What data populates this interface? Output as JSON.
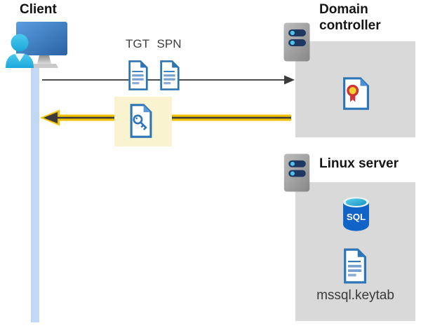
{
  "diagram": {
    "title_hint": "Kerberos authentication flow between client, domain controller and Linux server",
    "client": {
      "label": "Client"
    },
    "tickets": {
      "tgt_label": "TGT",
      "spn_label": "SPN"
    },
    "domain_controller": {
      "title": "Domain controller"
    },
    "linux_server": {
      "title": "Linux server",
      "sql_icon_text": "SQL",
      "keytab_label": "mssql.keytab"
    },
    "arrows": {
      "request": "client-to-domain-controller",
      "response": "domain-controller-to-client"
    },
    "colors": {
      "box_gray": "#d9d9d9",
      "doc_blue": "#2e75b6",
      "highlight_yellow": "#faf3cf",
      "arrow_yellow": "#f0c300",
      "arrow_dark": "#3b3b3b",
      "lifeline_blue": "#c3d8f4",
      "person_cyan": "#35c0ea",
      "cert_red": "#d13438",
      "cert_gold": "#ffd02e",
      "sql_blue": "#1263c8"
    }
  }
}
